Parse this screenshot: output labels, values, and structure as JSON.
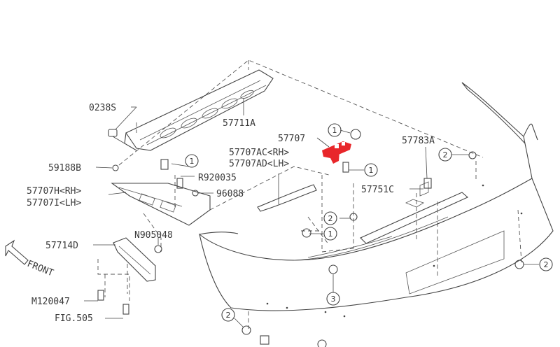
{
  "labels": {
    "p0238s": "0238S",
    "p57711a": "57711A",
    "p57707": "57707",
    "p57707ac": "57707AC<RH>",
    "p57707ad": "57707AD<LH>",
    "p57783a": "57783A",
    "p59188b": "59188B",
    "pr920035": "R920035",
    "p57707h": "57707H<RH>",
    "p57707i": "57707I<LH>",
    "p96088": "96088",
    "p57751c": "57751C",
    "pn905048": "N905048",
    "p57714d": "57714D",
    "pm120047": "M120047",
    "pfig505": "FIG.505",
    "front": "FRONT"
  },
  "callouts": {
    "c1": "1",
    "c2": "2",
    "c3": "3"
  },
  "colors": {
    "line": "#444444",
    "highlight": "#e8262a",
    "background": "#ffffff"
  },
  "highlighted_part": "57707"
}
